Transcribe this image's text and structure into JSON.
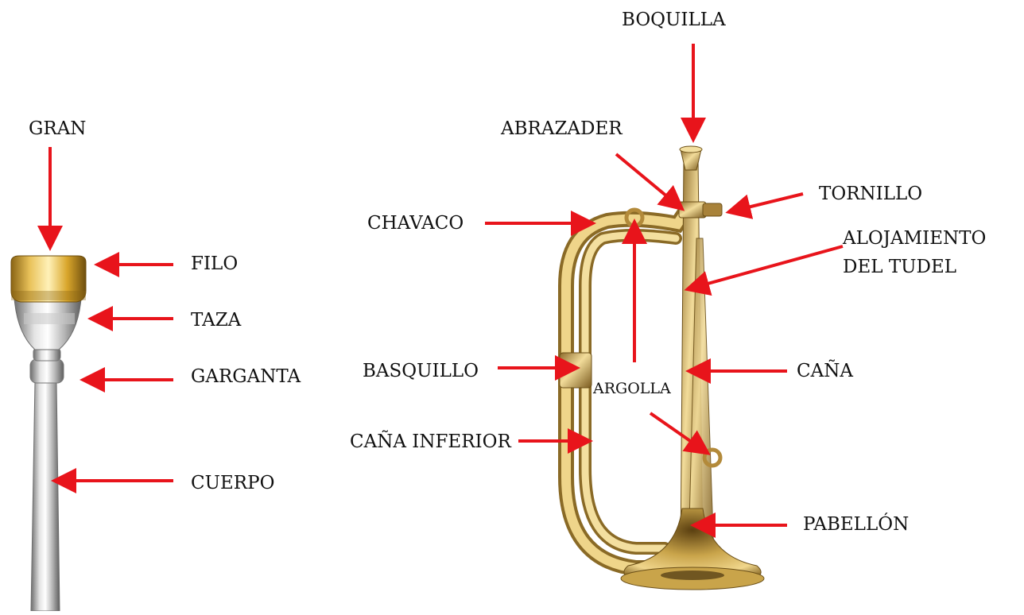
{
  "mouthpiece": {
    "labels": {
      "gran": "GRAN",
      "filo": "FILO",
      "taza": "TAZA",
      "garganta": "GARGANTA",
      "cuerpo": "CUERPO"
    }
  },
  "bugle": {
    "labels": {
      "boquilla": "BOQUILLA",
      "abrazader": "ABRAZADER",
      "tornillo": "TORNILLO",
      "chavaco": "CHAVACO",
      "alojamiento": "ALOJAMIENTO\nDEL TUDEL",
      "basquillo": "BASQUILLO",
      "argolla": "ARGOLLA",
      "cana": "CAÑA",
      "cana_inferior": "CAÑA INFERIOR",
      "pabellon": "PABELLÓN"
    }
  },
  "colors": {
    "arrow": "#e8141b",
    "text": "#111111",
    "brass": "#c9a44a",
    "silver": "#c8c8c8",
    "gold": "#d9a62b"
  }
}
